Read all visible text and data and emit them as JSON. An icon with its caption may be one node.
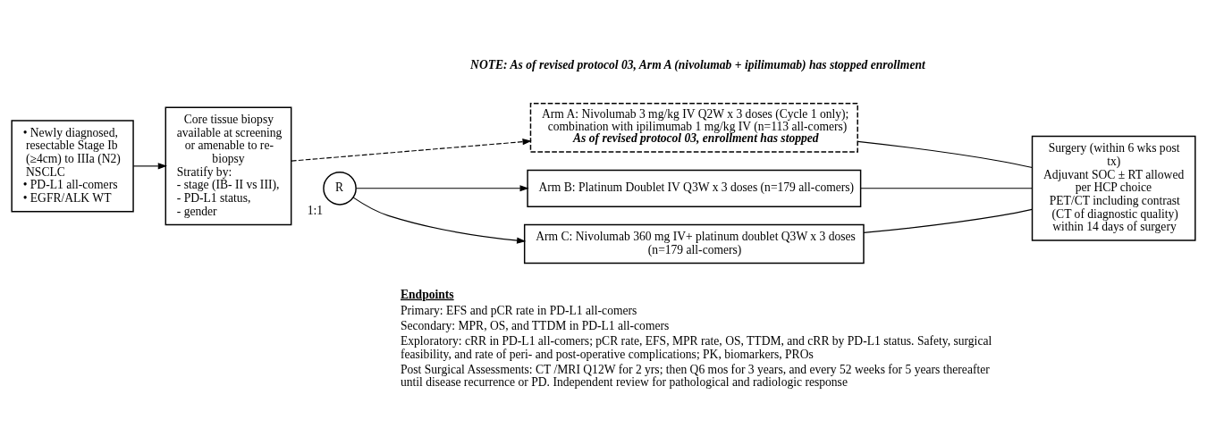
{
  "diagram": {
    "nodes": [
      {
        "text": [
          "• Newly diagnosed, resectable Stage Ib (≥4cm) to IIIa (N2) NSCLC",
          "• PD-L1 all-comers",
          "• EGFR/ALK WT"
        ]
      },
      {
        "text": [
          "Core tissue biopsy available at screening or amenable to re-biopsy",
          "Stratify by: - stage (IB- II vs III), - PD-L1 status, - gender"
        ]
      },
      {
        "text": [
          "R"
        ],
        "beside": [
          "1:1"
        ]
      },
      {
        "text": [
          "Arm A: Nivolumab 3 mg/kg IV Q2W x 3 doses (Cycle 1 only); combination with ipilimumab 1 mg/kg IV (n=113 all-comers)",
          "As of revised protocol 03, enrollment has stopped"
        ]
      },
      {
        "text": [
          "Arm B: Platinum Doublet IV Q3W x 3 doses (n=179 all-comers)"
        ]
      },
      {
        "text": [
          "Arm C: Nivolumab 360 mg IV+ platinum doublet Q3W x 3 doses (n=179 all-comers)"
        ]
      },
      {
        "text": [
          "Surgery (within 6 wks post tx)",
          "Adjuvant SOC ± RT allowed per HCP choice",
          "PET/CT including contrast (CT of diagnostic quality) within 14 days of surgery"
        ]
      }
    ],
    "edges": [
      {
        "from": 0,
        "to": 1,
        "arrow": "to"
      },
      {
        "from": 1,
        "to": 3,
        "arrow": "to",
        "style": "dashed"
      },
      {
        "from": 2,
        "to": 4,
        "arrow": "to"
      },
      {
        "from": 2,
        "to": 5,
        "arrow": "to"
      },
      {
        "from": 3,
        "to": 6,
        "arrow": "none"
      },
      {
        "from": 4,
        "to": 6,
        "arrow": "none"
      },
      {
        "from": 5,
        "to": 6,
        "arrow": "none"
      }
    ],
    "labels": [
      "NOTE: As of revised protocol 03, Arm A (nivolumab + ipilimumab) has stopped enrollment",
      "Endpoints",
      "Primary: EFS and pCR rate in PD-L1 all-comers",
      "Secondary: MPR, OS, and TTDM in PD-L1 all-comers",
      "Exploratory: cRR in PD-L1 all-comers; pCR rate, EFS, MPR rate, OS, TTDM, and cRR by PD-L1 status. Safety, surgical feasibility, and rate of peri- and post-operative complications; PK, biomarkers, PROs",
      "Post Surgical Assessments: CT /MRI Q12W for 2 yrs; then Q6 mos for 3 years, and every 52 weeks for 5 years thereafter until disease recurrence or PD. Independent review for pathological and radiologic response"
    ]
  }
}
